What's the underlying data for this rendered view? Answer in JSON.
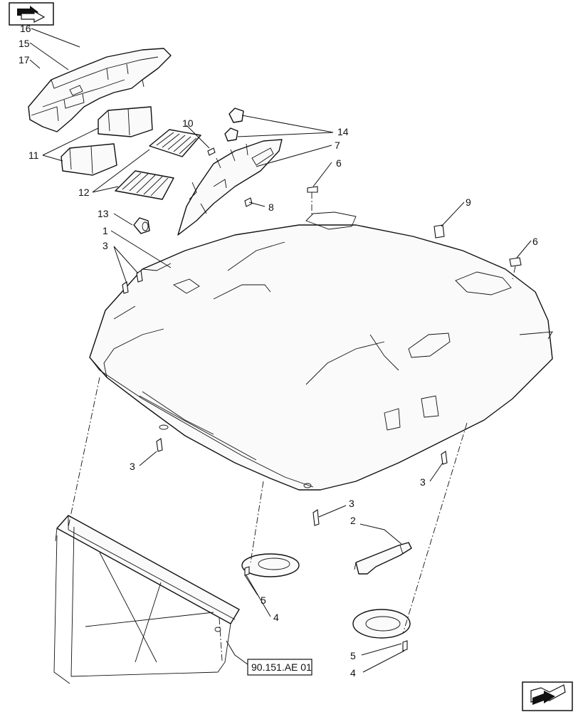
{
  "nav": {
    "top_left_icon": "back-arrow-book-icon",
    "bottom_right_icon": "next-arrow-book-icon"
  },
  "reference_label": "90.151.AE 01",
  "callouts": {
    "c1": "1",
    "c2": "2",
    "c3a": "3",
    "c3b": "3",
    "c3c": "3",
    "c3d": "3",
    "c4a": "4",
    "c4b": "4",
    "c5a": "5",
    "c5b": "5",
    "c6a": "6",
    "c6b": "6",
    "c7": "7",
    "c8": "8",
    "c9": "9",
    "c10": "10",
    "c11": "11",
    "c12": "12",
    "c13": "13",
    "c14": "14",
    "c15": "15",
    "c16": "16",
    "c17": "17"
  }
}
